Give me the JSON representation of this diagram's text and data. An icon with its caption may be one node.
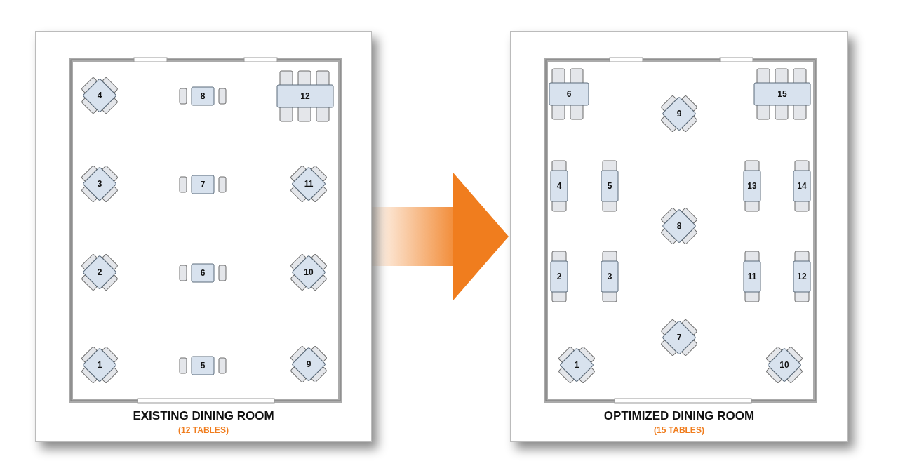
{
  "diagram": {
    "nodes": [
      {
        "text": [
          "EXISTING DINING ROOM",
          "(12 TABLES)"
        ]
      },
      {
        "text": [
          "4"
        ],
        "in": 0
      },
      {
        "text": [
          "8"
        ],
        "in": 0
      },
      {
        "text": [
          "12"
        ],
        "in": 0
      },
      {
        "text": [
          "3"
        ],
        "in": 0
      },
      {
        "text": [
          "7"
        ],
        "in": 0
      },
      {
        "text": [
          "11"
        ],
        "in": 0
      },
      {
        "text": [
          "2"
        ],
        "in": 0
      },
      {
        "text": [
          "6"
        ],
        "in": 0
      },
      {
        "text": [
          "10"
        ],
        "in": 0
      },
      {
        "text": [
          "1"
        ],
        "in": 0
      },
      {
        "text": [
          "5"
        ],
        "in": 0
      },
      {
        "text": [
          "9"
        ],
        "in": 0
      },
      {
        "text": [
          "OPTIMIZED DINING ROOM",
          "(15 TABLES)"
        ]
      },
      {
        "text": [
          "6"
        ],
        "in": 13
      },
      {
        "text": [
          "15"
        ],
        "in": 13
      },
      {
        "text": [
          "9"
        ],
        "in": 13
      },
      {
        "text": [
          "4"
        ],
        "in": 13
      },
      {
        "text": [
          "5"
        ],
        "in": 13
      },
      {
        "text": [
          "13"
        ],
        "in": 13
      },
      {
        "text": [
          "14"
        ],
        "in": 13
      },
      {
        "text": [
          "8"
        ],
        "in": 13
      },
      {
        "text": [
          "2"
        ],
        "in": 13
      },
      {
        "text": [
          "3"
        ],
        "in": 13
      },
      {
        "text": [
          "11"
        ],
        "in": 13
      },
      {
        "text": [
          "12"
        ],
        "in": 13
      },
      {
        "text": [
          "7"
        ],
        "in": 13
      },
      {
        "text": [
          "1"
        ],
        "in": 13
      },
      {
        "text": [
          "10"
        ],
        "in": 13
      }
    ],
    "edges": [
      {
        "from": 0,
        "to": 13,
        "arrow": "to",
        "style": "thick",
        "color": "#f07d1e"
      }
    ]
  }
}
